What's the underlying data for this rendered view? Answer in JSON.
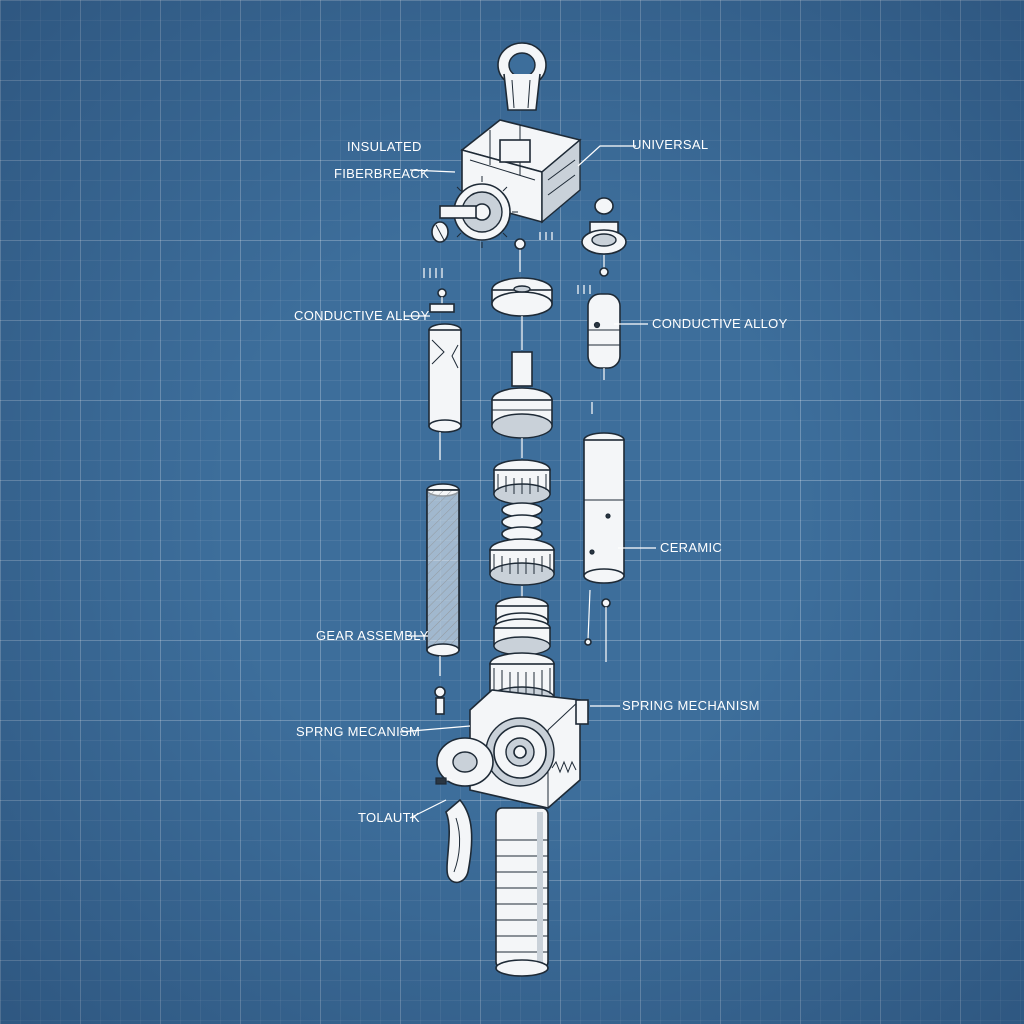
{
  "labels": {
    "insulated": "INSULATED",
    "fiberbreack": "FIBERBREACK",
    "universal": "UNIVERSAL",
    "conductive_left": "CONDUCTIVE ALLOY",
    "conductive_right": "CONDUCTIVE ALLOY",
    "ceramic": "CERAMIC",
    "gear_assembly": "GEAR ASSEMBLY",
    "spring_right": "SPRING MECHANISM",
    "spring_left": "SPRNG MECANISM",
    "tolautk": "TOLAUTK"
  },
  "colors": {
    "background": "#3d6e9b",
    "grid": "#ffffff",
    "line_art": "#1e2a36",
    "part_fill": "#f4f6f8"
  }
}
